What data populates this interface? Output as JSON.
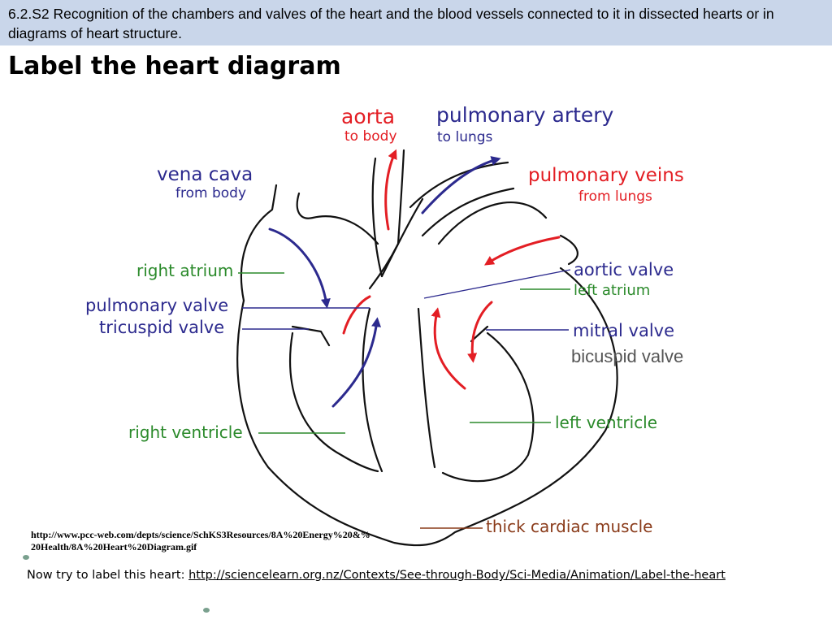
{
  "header": {
    "text": "6.2.S2 Recognition of the chambers and valves of the heart and the blood vessels connected to it in dissected hearts or in diagrams of heart structure."
  },
  "title": "Label the heart diagram",
  "labels": {
    "aorta": "aorta",
    "to_body": "to body",
    "pulmonary_artery": "pulmonary artery",
    "to_lungs": "to lungs",
    "vena_cava": "vena cava",
    "from_body": "from body",
    "pulmonary_veins": "pulmonary veins",
    "from_lungs": "from lungs",
    "right_atrium": "right atrium",
    "pulmonary_valve": "pulmonary valve",
    "tricuspid_valve": "tricuspid valve",
    "aortic_valve": "aortic valve",
    "left_atrium": "left atrium",
    "mitral_valve": "mitral valve",
    "bicuspid_valve": "bicuspid valve",
    "right_ventricle": "right ventricle",
    "left_ventricle": "left ventricle",
    "thick_cardiac_muscle": "thick cardiac muscle"
  },
  "colors": {
    "red": "#e31e24",
    "blue": "#2c2a8e",
    "green": "#2b8a2b",
    "gray": "#555555",
    "header_bg": "#c9d6ea"
  },
  "source_url": "http://www.pcc-web.com/depts/science/SchKS3Resources/8A%20Energy%20&%20Health/8A%20Heart%20Diagram.gif",
  "footer": {
    "prefix": "Now try to label this heart: ",
    "link": "http://sciencelearn.org.nz/Contexts/See-through-Body/Sci-Media/Animation/Label-the-heart"
  }
}
